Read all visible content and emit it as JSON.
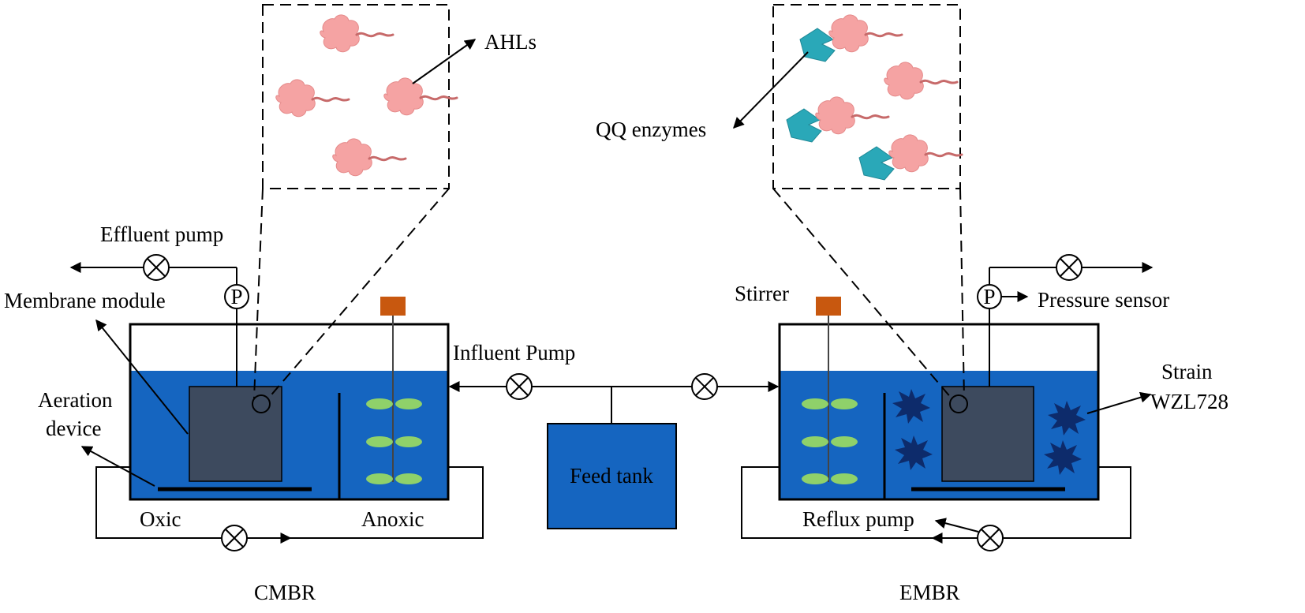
{
  "labels": {
    "ahls": "AHLs",
    "qq_enzymes": "QQ enzymes",
    "effluent_pump": "Effluent pump",
    "membrane_module": "Membrane module",
    "aeration_device_line1": "Aeration",
    "aeration_device_line2": "device",
    "oxic": "Oxic",
    "anoxic": "Anoxic",
    "cmbr": "CMBR",
    "influent_pump": "Influent Pump",
    "feed_tank": "Feed tank",
    "stirrer": "Stirrer",
    "pressure_sensor": "Pressure sensor",
    "strain_line1": "Strain",
    "strain_line2": "WZL728",
    "reflux_pump": "Reflux pump",
    "embr": "EMBR",
    "pressure_symbol_left": "P",
    "pressure_symbol_right": "P"
  },
  "colors": {
    "water": "#1565c0",
    "feed_tank": "#1565c0",
    "membrane": "#3d4a5e",
    "stirrer_motor": "#c8580f",
    "impeller": "#8fd16a",
    "ahl": "#f5a3a3",
    "ahl_tail": "#c76a6a",
    "qq_enzyme": "#2aa8b8",
    "strain": "#0d2b6b"
  },
  "icons": [
    "pump-valve-icon",
    "pressure-gauge-icon",
    "stirrer-motor-icon",
    "ahl-molecule-icon",
    "qq-enzyme-icon",
    "strain-cell-icon"
  ]
}
